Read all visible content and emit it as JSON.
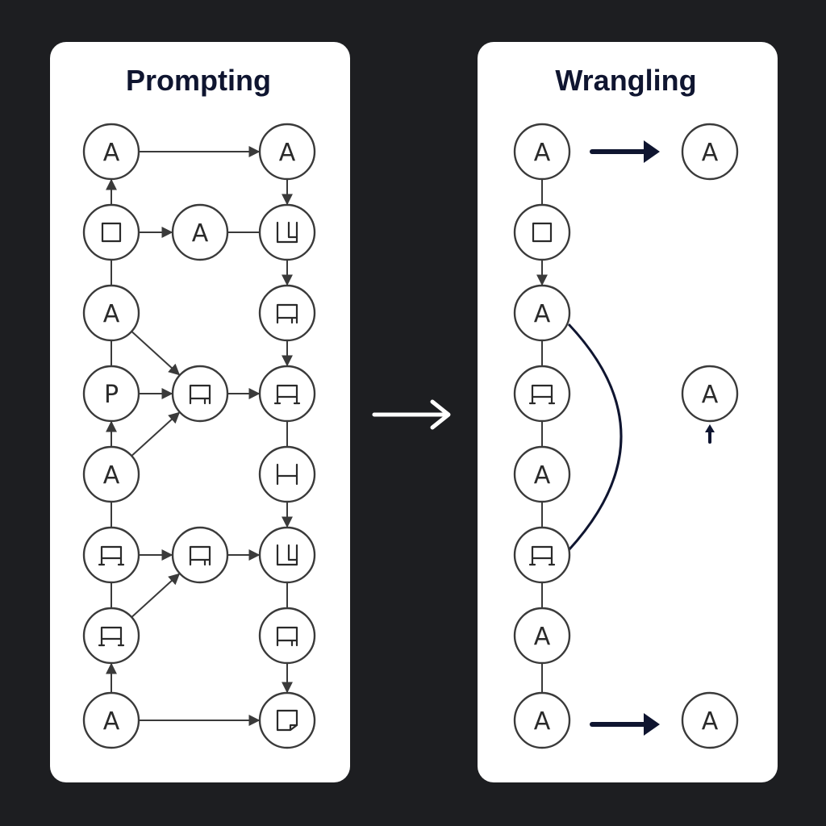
{
  "colors": {
    "background": "#1d1e21",
    "panel": "#ffffff",
    "stroke": "#3a3a3a",
    "accent": "#0f1530"
  },
  "panels": {
    "prompting": {
      "title": "Prompting",
      "nodes": [
        {
          "id": "p1",
          "glyph": "A"
        },
        {
          "id": "p2",
          "glyph": "A"
        },
        {
          "id": "p3",
          "glyph": "square-icon"
        },
        {
          "id": "p4",
          "glyph": "A"
        },
        {
          "id": "p5",
          "glyph": "l-bracket-icon"
        },
        {
          "id": "p6",
          "glyph": "A"
        },
        {
          "id": "p7",
          "glyph": "table-icon"
        },
        {
          "id": "p8",
          "glyph": "P"
        },
        {
          "id": "p9",
          "glyph": "table-icon"
        },
        {
          "id": "p10",
          "glyph": "table-legs-icon"
        },
        {
          "id": "p11",
          "glyph": "A"
        },
        {
          "id": "p12",
          "glyph": "h-bracket-icon"
        },
        {
          "id": "p13",
          "glyph": "table-legs-icon"
        },
        {
          "id": "p14",
          "glyph": "table-icon"
        },
        {
          "id": "p15",
          "glyph": "l-bracket-icon"
        },
        {
          "id": "p16",
          "glyph": "table-legs-icon"
        },
        {
          "id": "p17",
          "glyph": "table-icon"
        },
        {
          "id": "p18",
          "glyph": "A"
        },
        {
          "id": "p19",
          "glyph": "page-icon"
        }
      ]
    },
    "wrangling": {
      "title": "Wrangling",
      "nodes": [
        {
          "id": "w1",
          "glyph": "A"
        },
        {
          "id": "w2",
          "glyph": "A"
        },
        {
          "id": "w3",
          "glyph": "square-icon"
        },
        {
          "id": "w4",
          "glyph": "A"
        },
        {
          "id": "w5",
          "glyph": "table-legs-icon"
        },
        {
          "id": "w6",
          "glyph": "A"
        },
        {
          "id": "w7",
          "glyph": "A"
        },
        {
          "id": "w8",
          "glyph": "table-legs-icon"
        },
        {
          "id": "w9",
          "glyph": "A"
        },
        {
          "id": "w10",
          "glyph": "A"
        },
        {
          "id": "w11",
          "glyph": "A"
        }
      ]
    }
  },
  "transition_arrow": "right-arrow-icon"
}
